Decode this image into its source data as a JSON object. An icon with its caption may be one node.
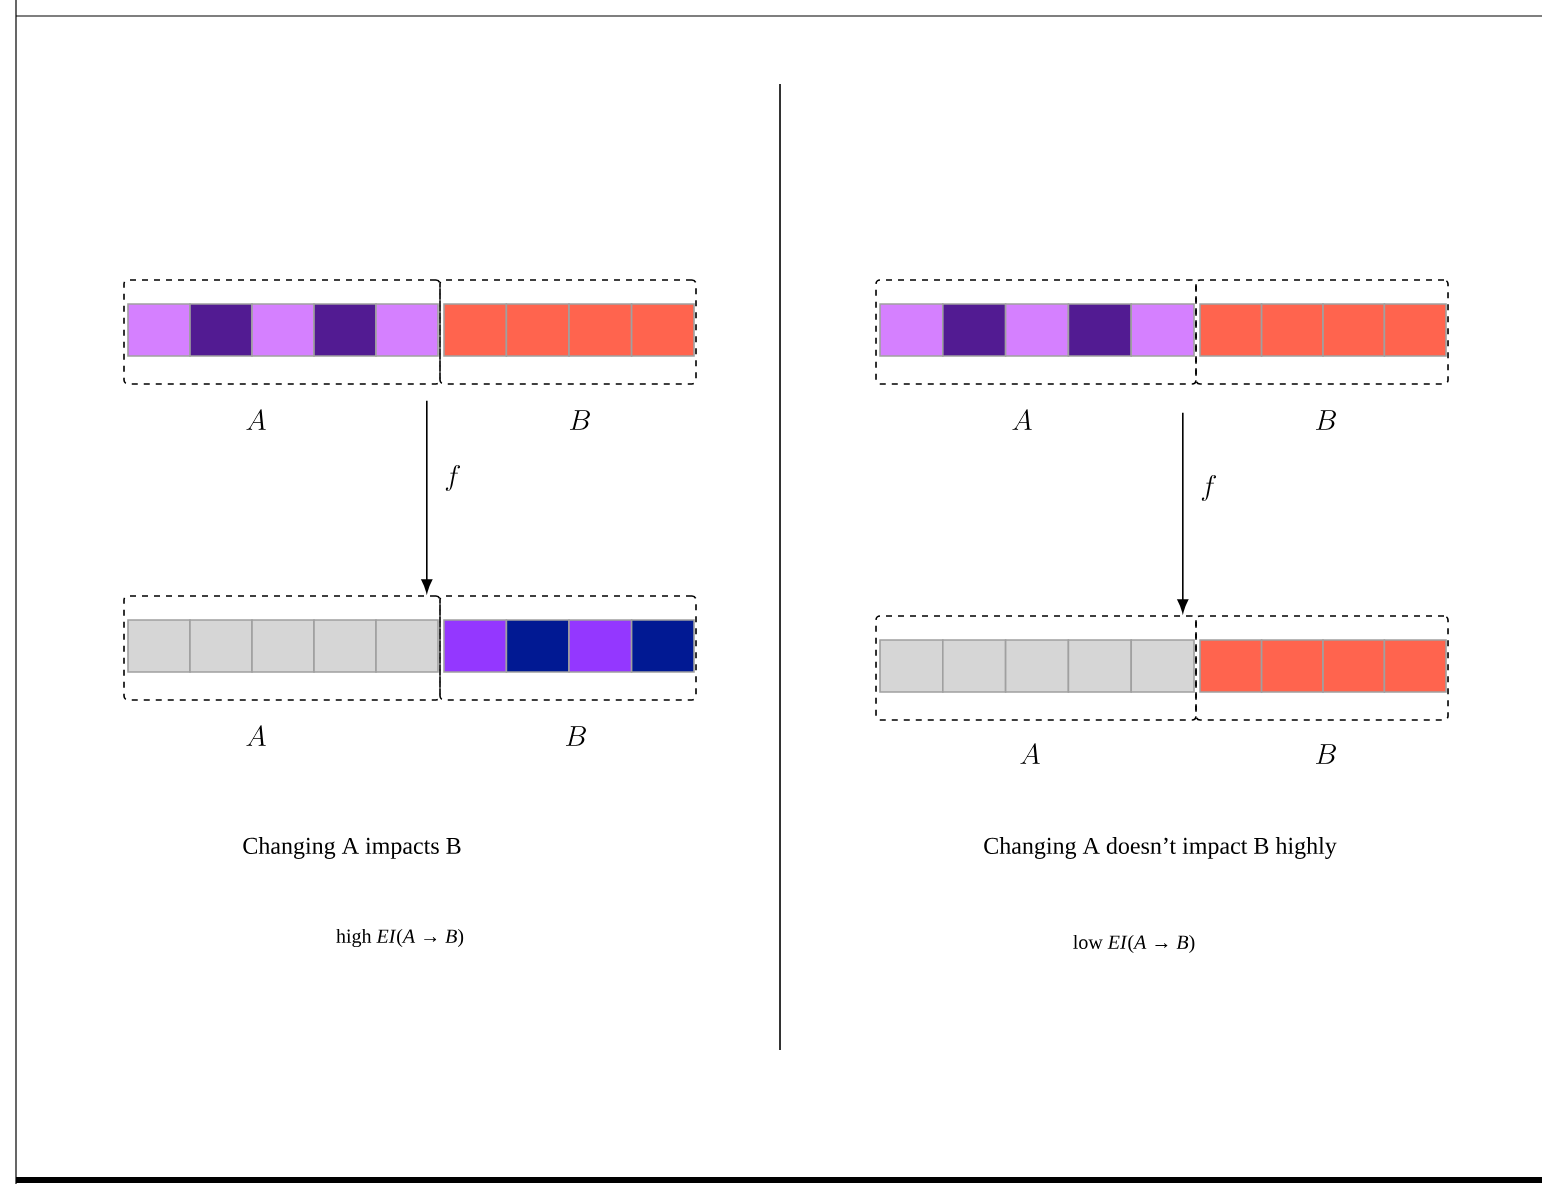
{
  "diagram": {
    "nodes": [
      {
        "text": [
          "A"
        ]
      },
      {
        "text": [
          "B"
        ]
      },
      {
        "text": [
          "A"
        ]
      },
      {
        "text": [
          "B"
        ]
      },
      {
        "text": [
          "A"
        ]
      },
      {
        "text": [
          "B"
        ]
      },
      {
        "text": [
          "A"
        ]
      },
      {
        "text": [
          "B"
        ]
      }
    ],
    "edges": [
      {
        "from": 0,
        "to": 2,
        "arrow": "to",
        "label": "f"
      },
      {
        "from": 4,
        "to": 6,
        "arrow": "to",
        "label": "f"
      }
    ],
    "labels": [
      "Changing A impacts B",
      "high *EI*(*A* → *B*)",
      "Changing A doesn’t impact B highly",
      "low *EI*(*A* → *B*)"
    ]
  }
}
